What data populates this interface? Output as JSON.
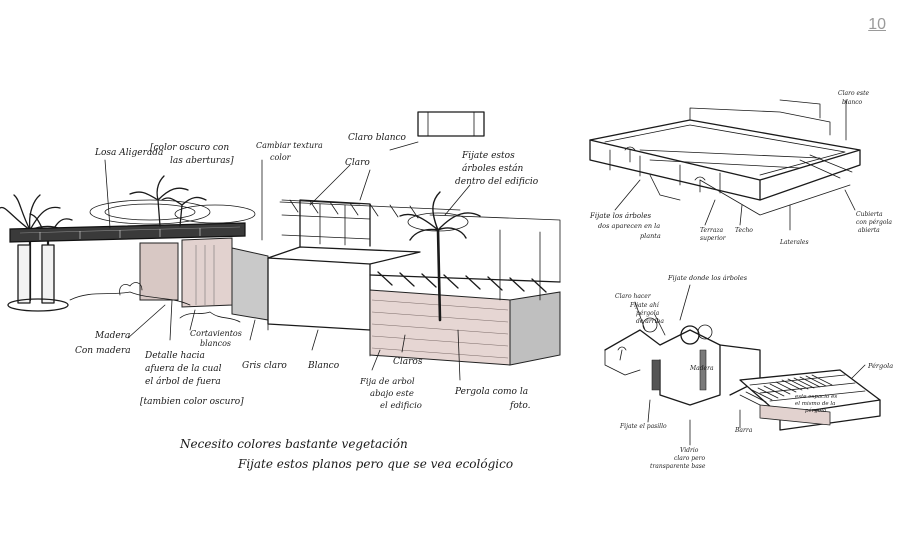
{
  "page_number": "10",
  "main_sketch": {
    "notes": [
      "Losa Aligerada",
      "[color oscuro con",
      "las aberturas]",
      "Cambiar textura",
      "color",
      "Claro blanco",
      "Claro",
      "Fijate estos",
      "árboles están",
      "dentro del edificio",
      "Madera",
      "Con madera",
      "Detalle hacia",
      "afuera de la cual",
      "el árbol de fuera",
      "[tambien color oscuro]",
      "Cortavientos",
      "blancos",
      "Gris claro",
      "Blanco",
      "Claros",
      "Fija de arbol",
      "abajo este",
      "el edificio",
      "Pergola como la",
      "foto."
    ],
    "bottom_note_1": "Necesito colores bastante vegetación",
    "bottom_note_2": "Fijate estos planos pero que se vea ecológico"
  },
  "top_right_sketch": {
    "notes": [
      "Claro este",
      "blanco",
      "Fijate los árboles",
      "dos aparecen en la",
      "planta",
      "Terraza",
      "superior",
      "Techo",
      "Laterales",
      "Cubierta",
      "con pérgola",
      "abierta"
    ]
  },
  "bottom_right_sketch": {
    "notes": [
      "Fijate donde los árboles",
      "Claro hacer",
      "Fijate ahí",
      "pérgola",
      "de arriba",
      "Madera",
      "Pérgola",
      "este espacio es",
      "el mismo de la",
      "pérgola",
      "Fijate el pasillo",
      "Barra",
      "Vidrio",
      "claro pero",
      "transparente base"
    ]
  }
}
